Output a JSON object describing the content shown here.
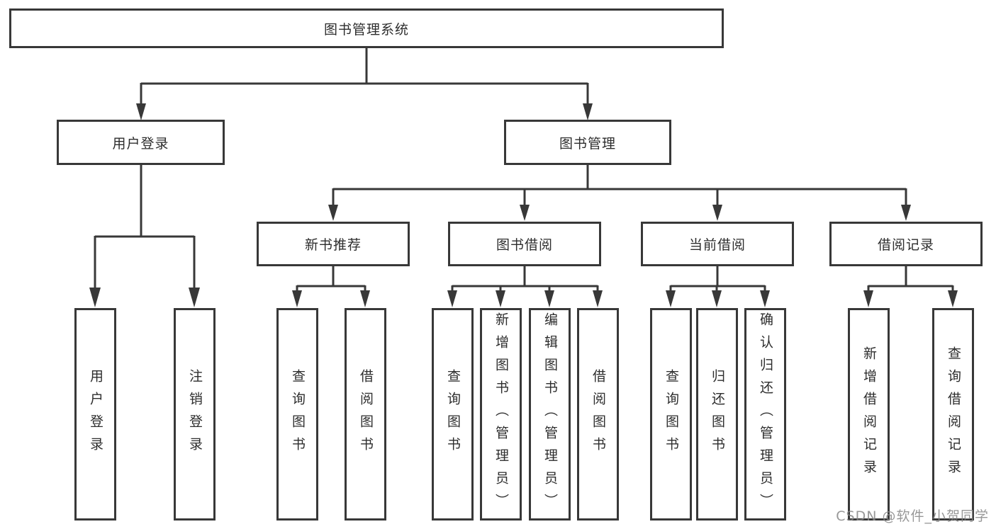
{
  "diagram": {
    "title": "图书管理系统",
    "line_color": "#383838",
    "box_background": "#ffffff",
    "tree": {
      "root": "图书管理系统",
      "children": [
        {
          "label": "用户登录",
          "children": [
            "用户登录",
            "注销登录"
          ]
        },
        {
          "label": "图书管理",
          "children": [
            {
              "label": "新书推荐",
              "children": [
                "查询图书",
                "借阅图书"
              ]
            },
            {
              "label": "图书借阅",
              "children": [
                "查询图书",
                "新增图书（管理员）",
                "编辑图书（管理员）",
                "借阅图书"
              ]
            },
            {
              "label": "当前借阅",
              "children": [
                "查询图书",
                "归还图书",
                "确认归还（管理员）"
              ]
            },
            {
              "label": "借阅记录",
              "children": [
                "新增借阅记录",
                "查询借阅记录"
              ]
            }
          ]
        }
      ]
    }
  },
  "watermark": {
    "text": "CSDN @软件_小贺同学",
    "color": "#868686"
  }
}
